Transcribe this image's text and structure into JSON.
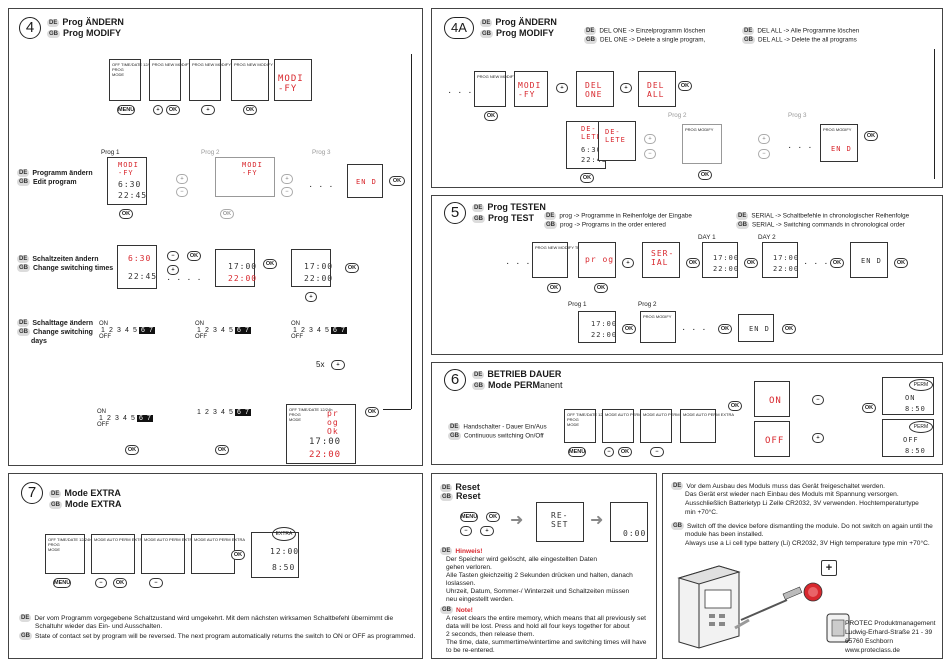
{
  "sec4": {
    "num": "4",
    "title_de": "Prog ÄNDERN",
    "title_gb": "Prog MODIFY",
    "edit_de": "Programm ändern",
    "edit_gb": "Edit program",
    "times_de": "Schaltzeiten ändern",
    "times_gb": "Change switching times",
    "days_de": "Schalttage ändern",
    "days_gb1": "Change switching",
    "days_gb2": "days",
    "prog1": "Prog 1",
    "prog2": "Prog 2",
    "prog3": "Prog 3",
    "modify_lcd": "MODI -FY",
    "end_lcd": "EN D",
    "time1": "6:30",
    "time2": "22:45",
    "time3": "17:00",
    "time4": "22:00",
    "prog_ok": "pr og Ok",
    "on": "ON",
    "off": "OFF",
    "five_x": "5x"
  },
  "sec4a": {
    "num": "4A",
    "title_de": "Prog ÄNDERN",
    "title_gb": "Prog MODIFY",
    "del_one_de": "DEL ONE -> Einzelprogramm löschen",
    "del_one_gb": "DEL ONE -> Delete a single program,",
    "del_all_de": "DEL ALL -> Alle Programme löschen",
    "del_all_gb": "DEL ALL -> Delete the all programs",
    "prog2": "Prog 2",
    "prog3": "Prog 3",
    "modify_lcd": "MODI -FY",
    "del_one_lcd": "DEL ONE",
    "del_all_lcd": "DEL ALL",
    "delete_lcd": "DE- LETE",
    "end_lcd": "EN D",
    "time1": "6:30",
    "time2": "22:45"
  },
  "sec5": {
    "num": "5",
    "title_de": "Prog TESTEN",
    "title_gb": "Prog TEST",
    "prog_de": "prog -> Programme in Reihenfolge der Eingabe",
    "prog_gb": "prog -> Programs in the order entered",
    "serial_de": "SERIAL -> Schaltbefehle in chronologischer Reihenfolge",
    "serial_gb": "SERIAL -> Switching commands in chronological order",
    "day1": "DAY 1",
    "day2": "DAY 2",
    "prog1": "Prog 1",
    "prog2": "Prog 2",
    "prog_lcd": "pr og",
    "serial_lcd": "SER- IAL",
    "end_lcd": "EN D",
    "time_a": "17:00",
    "time_b": "22:00"
  },
  "sec6": {
    "num": "6",
    "title_de": "BETRIEB DAUER",
    "title_gb_a": "Mode ",
    "title_gb_b": "PERM",
    "title_gb_c": "anent",
    "desc_de": "Handschalter - Dauer Ein/Aus",
    "desc_gb": "Continuous switching On/Off",
    "on_lcd": "ON",
    "off_lcd": "OFF",
    "perm": "PERM",
    "time_a": "8:50"
  },
  "sec7": {
    "num": "7",
    "title_de": "Mode EXTRA",
    "title_gb": "Mode EXTRA",
    "extra": "EXTRA",
    "time_a": "12:00",
    "time_b": "8:50",
    "desc_de": "Der vom Programm vorgegebene Schaltzustand wird umgekehrt. Mit dem nächsten wirksamen Schaltbefehl übernimmt die",
    "desc_de2": "Schaltuhr wieder das Ein- und Ausschalten.",
    "desc_gb": "State of contact set by program will be reversed. The next program automatically returns the switch to ON or OFF as programmed."
  },
  "reset": {
    "title_de": "Reset",
    "title_gb": "Reset",
    "lcd": "RE- SET",
    "time": "0:00",
    "hint_de_title": "Hinweis!",
    "hint_de": [
      "Der Speicher wird gelöscht, alle eingestellten Daten",
      "gehen verloren.",
      "Alle Tasten gleichzeitig 2 Sekunden drücken und halten, danach",
      "loslassen.",
      "Uhrzeit, Datum, Sommer-/ Winterzeit und Schaltzeiten müssen",
      "neu eingestellt werden."
    ],
    "hint_gb_title": "Note!",
    "hint_gb": [
      "A reset clears the entire memory, which means that all previously set",
      "data will be lost. Press and hold all four keys together for about",
      "2 seconds, then release them.",
      "The time, date, summertime/wintertime and switching times will have",
      "to be re-entered."
    ]
  },
  "battery": {
    "de": [
      "Vor dem Ausbau des Moduls muss das Gerät freigeschaltet werden.",
      "Das Gerät erst wieder nach Einbau des Moduls mit Spannung versorgen.",
      "Ausschließlich Batterietyp Li Zelle CR2032, 3V verwenden. Hochtemperaturtype",
      "min +70°C."
    ],
    "gb": [
      "Switch off the device before dismantling the module. Do not switch on again until the",
      "module has been installed.",
      "Always use a Li cell type battery (Li) CR2032, 3V  High temperature type min +70°C."
    ],
    "plus": "+"
  },
  "company": {
    "name": "PROTEC Produktmanagement",
    "street": "Ludwig-Erhard-Straße 21 - 39",
    "city": "65760 Eschborn",
    "web": "www.proteclass.de"
  },
  "buttons": {
    "menu": "MENU",
    "ok": "OK",
    "plus": "+",
    "minus": "−"
  },
  "tags": {
    "de": "DE",
    "gb": "GB"
  },
  "lcd_header": "OFF TIME/DATE 12/24h\nPROG\nMODE",
  "lcd_modify": "PROG MODIFY",
  "lcd_new": "PROG NEW MODIFY TEST",
  "lcd_mode": "MODE AUTO PERM EXTRA"
}
